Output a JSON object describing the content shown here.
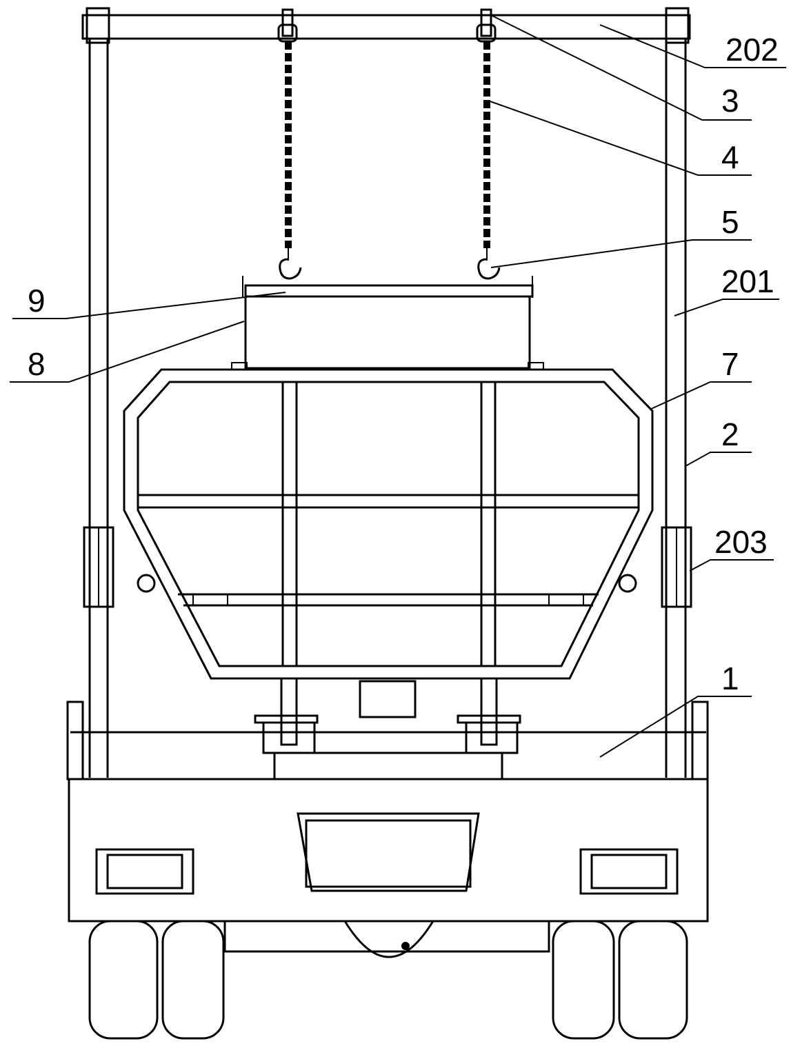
{
  "labels": {
    "l202": "202",
    "l3": "3",
    "l4": "4",
    "l5": "5",
    "l9": "9",
    "l201": "201",
    "l8": "8",
    "l7": "7",
    "l2": "2",
    "l203": "203",
    "l1": "1"
  }
}
